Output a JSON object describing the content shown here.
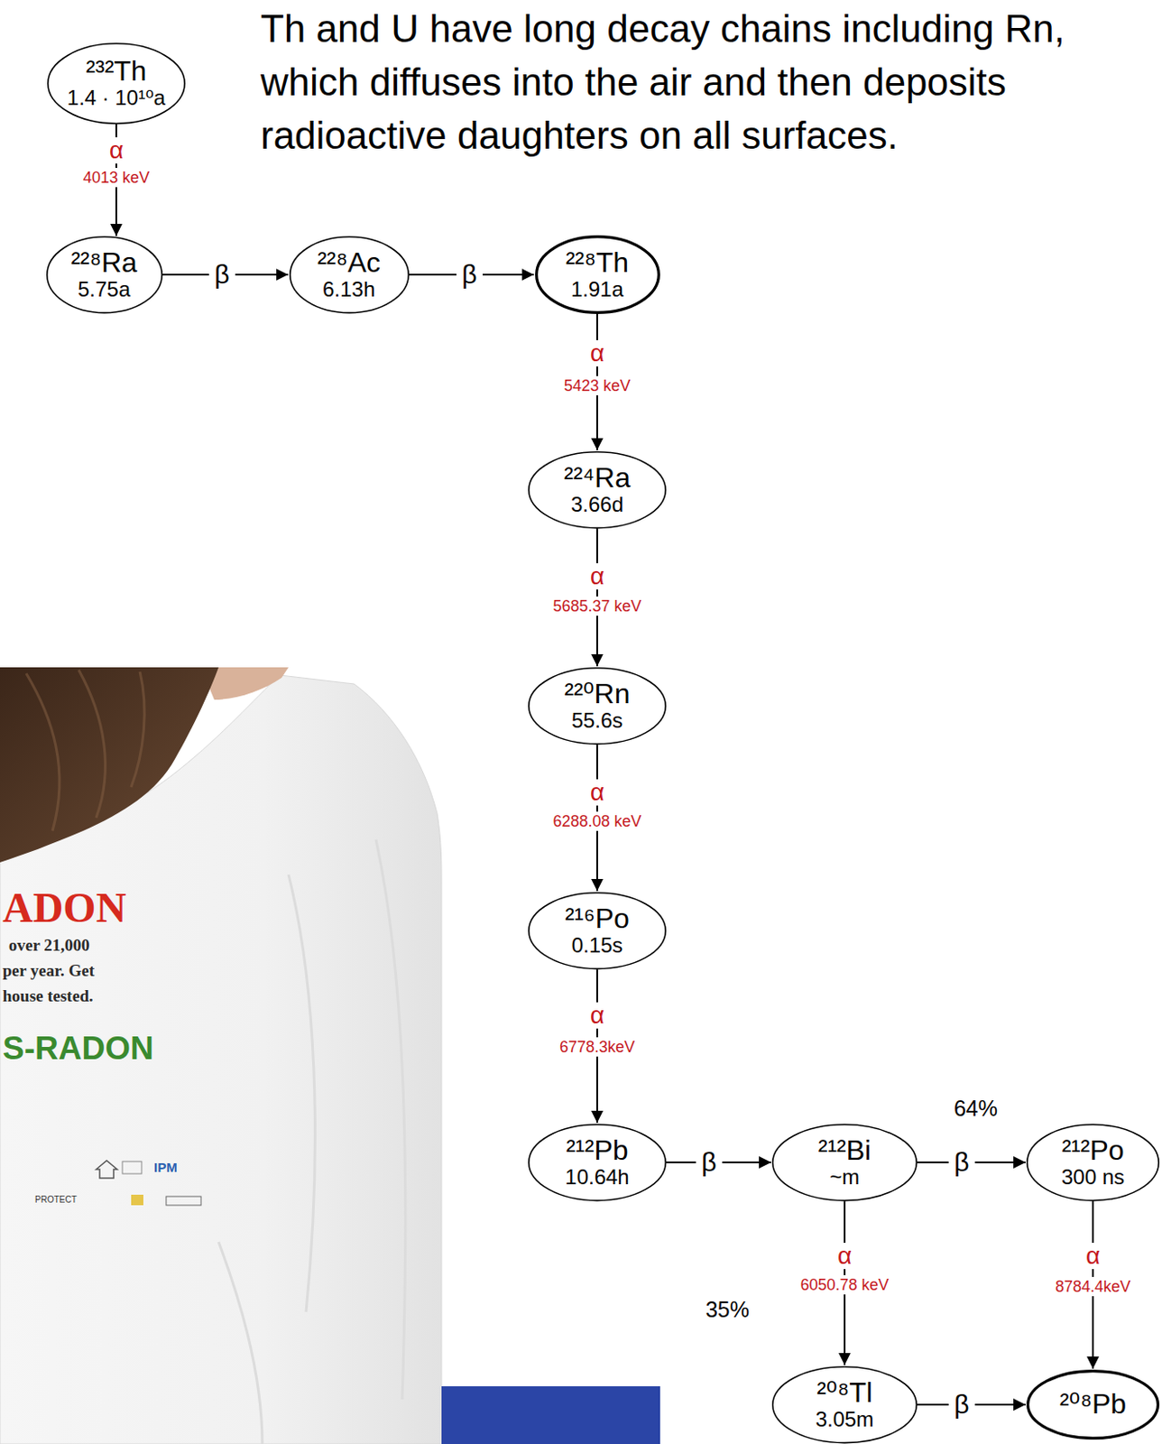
{
  "diagram": {
    "nodes": [
      {
        "text": [
          "²³²Th",
          "1.4 · 10¹⁰a"
        ]
      },
      {
        "text": [
          "²²⁸Ra",
          "5.75a"
        ]
      },
      {
        "text": [
          "²²⁸Ac",
          "6.13h"
        ]
      },
      {
        "text": [
          "²²⁸Th",
          "1.91a"
        ]
      },
      {
        "text": [
          "²²⁴Ra",
          "3.66d"
        ]
      },
      {
        "text": [
          "²²⁰Rn",
          "55.6s"
        ]
      },
      {
        "text": [
          "²¹⁶Po",
          "0.15s"
        ]
      },
      {
        "text": [
          "²¹²Pb",
          "10.64h"
        ]
      },
      {
        "text": [
          "²¹²Bi",
          "~m"
        ]
      },
      {
        "text": [
          "²¹²Po",
          "300 ns"
        ]
      },
      {
        "text": [
          "²⁰⁸Tl",
          "3.05m"
        ]
      },
      {
        "text": [
          "²⁰⁸Pb"
        ]
      }
    ],
    "edges": [
      {
        "from": 0,
        "to": 1,
        "label": "α",
        "arrow": "to"
      },
      {
        "from": 1,
        "to": 2,
        "label": "β",
        "arrow": "to"
      },
      {
        "from": 2,
        "to": 3,
        "label": "β",
        "arrow": "to"
      },
      {
        "from": 3,
        "to": 4,
        "label": "α",
        "arrow": "to"
      },
      {
        "from": 4,
        "to": 5,
        "label": "α",
        "arrow": "to"
      },
      {
        "from": 5,
        "to": 6,
        "label": "α",
        "arrow": "to"
      },
      {
        "from": 6,
        "to": 7,
        "label": "α",
        "arrow": "to"
      },
      {
        "from": 7,
        "to": 8,
        "label": "β",
        "arrow": "to"
      },
      {
        "from": 8,
        "to": 9,
        "label": "β",
        "arrow": "to"
      },
      {
        "from": 8,
        "to": 10,
        "label": "α",
        "arrow": "to"
      },
      {
        "from": 9,
        "to": 11,
        "label": "α",
        "arrow": "to"
      },
      {
        "from": 10,
        "to": 11,
        "label": "β",
        "arrow": "to"
      }
    ],
    "labels": [
      "Th and U have long decay chains including Rn, which diffuses into the air and then deposits radioactive daughters on all surfaces.",
      "4013 keV",
      "5423 keV",
      "5685.37 keV",
      "6288.08 keV",
      "6778.3keV",
      "64%",
      "6050.78 keV",
      "8784.4keV",
      "35%",
      "ADON",
      "over 21,000",
      "per year. Get",
      "house tested.",
      "S-RADON",
      "IPM",
      "PROTECT"
    ]
  }
}
